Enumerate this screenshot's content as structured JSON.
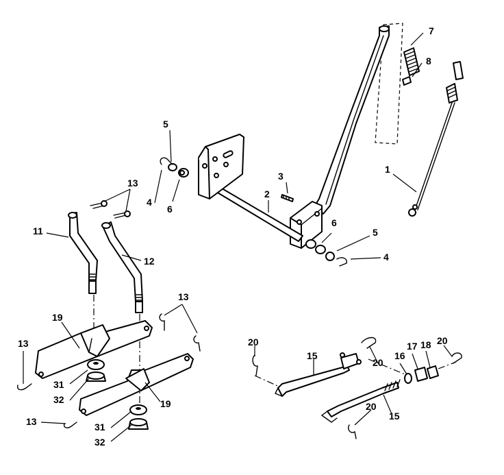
{
  "diagram": {
    "callouts": {
      "c1": "1",
      "c2": "2",
      "c3": "3",
      "c4a": "4",
      "c4b": "4",
      "c5a": "5",
      "c5b": "5",
      "c6a": "6",
      "c6b": "6",
      "c7": "7",
      "c8": "8",
      "c11": "11",
      "c12": "12",
      "c13a": "13",
      "c13b": "13",
      "c13c": "13",
      "c13d": "13",
      "c15a": "15",
      "c15b": "15",
      "c16": "16",
      "c17": "17",
      "c18": "18",
      "c19a": "19",
      "c19b": "19",
      "c20a": "20",
      "c20b": "20",
      "c20c": "20",
      "c20d": "20",
      "c31a": "31",
      "c31b": "31",
      "c32a": "32",
      "c32b": "32"
    }
  }
}
